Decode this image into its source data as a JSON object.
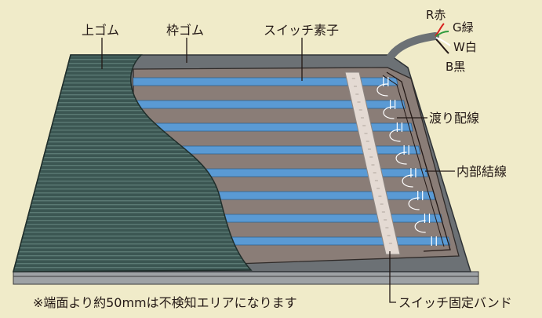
{
  "labels": {
    "top_rubber": "上ゴム",
    "frame_rubber": "枠ゴム",
    "switch_element": "スイッチ素子",
    "wire_r": "R赤",
    "wire_g": "G緑",
    "wire_w": "W白",
    "wire_b": "B黒",
    "jumper_wiring": "渡り配線",
    "internal_wiring": "内部結線",
    "fixing_band": "スイッチ固定バンド",
    "note": "※端面より約50mmは不検知エリアになります"
  },
  "colors": {
    "background": "#f0ebc9",
    "frame": "#6c7175",
    "top_rubber": "#3d5a55",
    "inner_base": "#8a7d77",
    "switch_strip": "#5a9ad4",
    "band": "#e4dad3",
    "wire_red": "#d7211f",
    "wire_green": "#2e9b3c"
  },
  "icons": {
    "cable": "cable-icon"
  }
}
